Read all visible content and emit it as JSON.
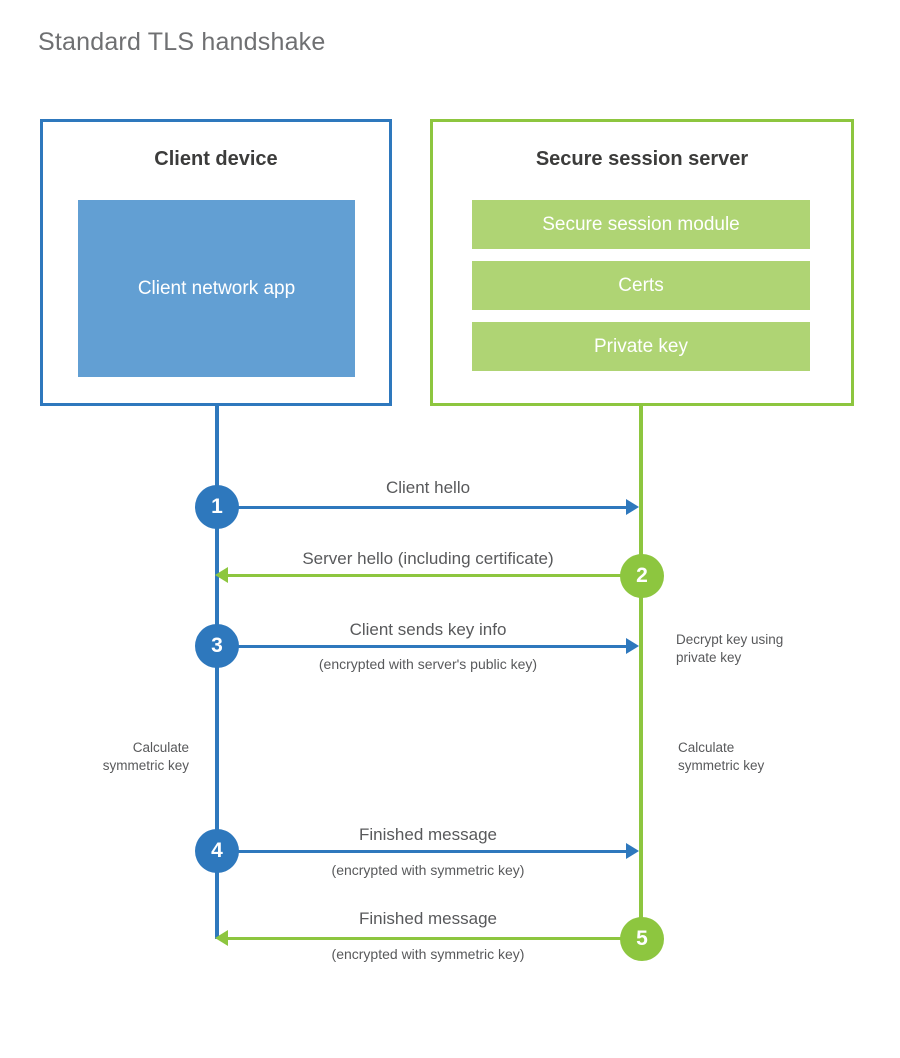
{
  "title": "Standard TLS handshake",
  "colors": {
    "client_blue": "#2e78bd",
    "client_app_fill": "#629fd3",
    "server_green": "#8dc63f",
    "server_bar_fill": "#afd474",
    "text_gray": "#58595b",
    "title_gray": "#6f7072",
    "heading_dark": "#3c3c3b",
    "background": "#ffffff"
  },
  "client_panel": {
    "title": "Client device",
    "app_box_label": "Client network app"
  },
  "server_panel": {
    "title": "Secure session server",
    "bars": [
      {
        "label": "Secure session module"
      },
      {
        "label": "Certs"
      },
      {
        "label": "Private key"
      }
    ]
  },
  "sequence": {
    "steps": [
      {
        "number": "1",
        "label": "Client hello",
        "sub": "",
        "direction": "client-to-server",
        "color": "blue"
      },
      {
        "number": "2",
        "label": "Server hello (including certificate)",
        "sub": "",
        "direction": "server-to-client",
        "color": "green"
      },
      {
        "number": "3",
        "label": "Client sends key info",
        "sub": "(encrypted with server's public key)",
        "direction": "client-to-server",
        "color": "blue"
      },
      {
        "number": "4",
        "label": "Finished message",
        "sub": "(encrypted with symmetric key)",
        "direction": "client-to-server",
        "color": "blue"
      },
      {
        "number": "5",
        "label": "Finished message",
        "sub": "(encrypted with symmetric key)",
        "direction": "server-to-client",
        "color": "green"
      }
    ],
    "notes": {
      "decrypt_key": "Decrypt key using\nprivate key",
      "client_calculate": "Calculate\nsymmetric key",
      "server_calculate": "Calculate\nsymmetric key"
    }
  }
}
